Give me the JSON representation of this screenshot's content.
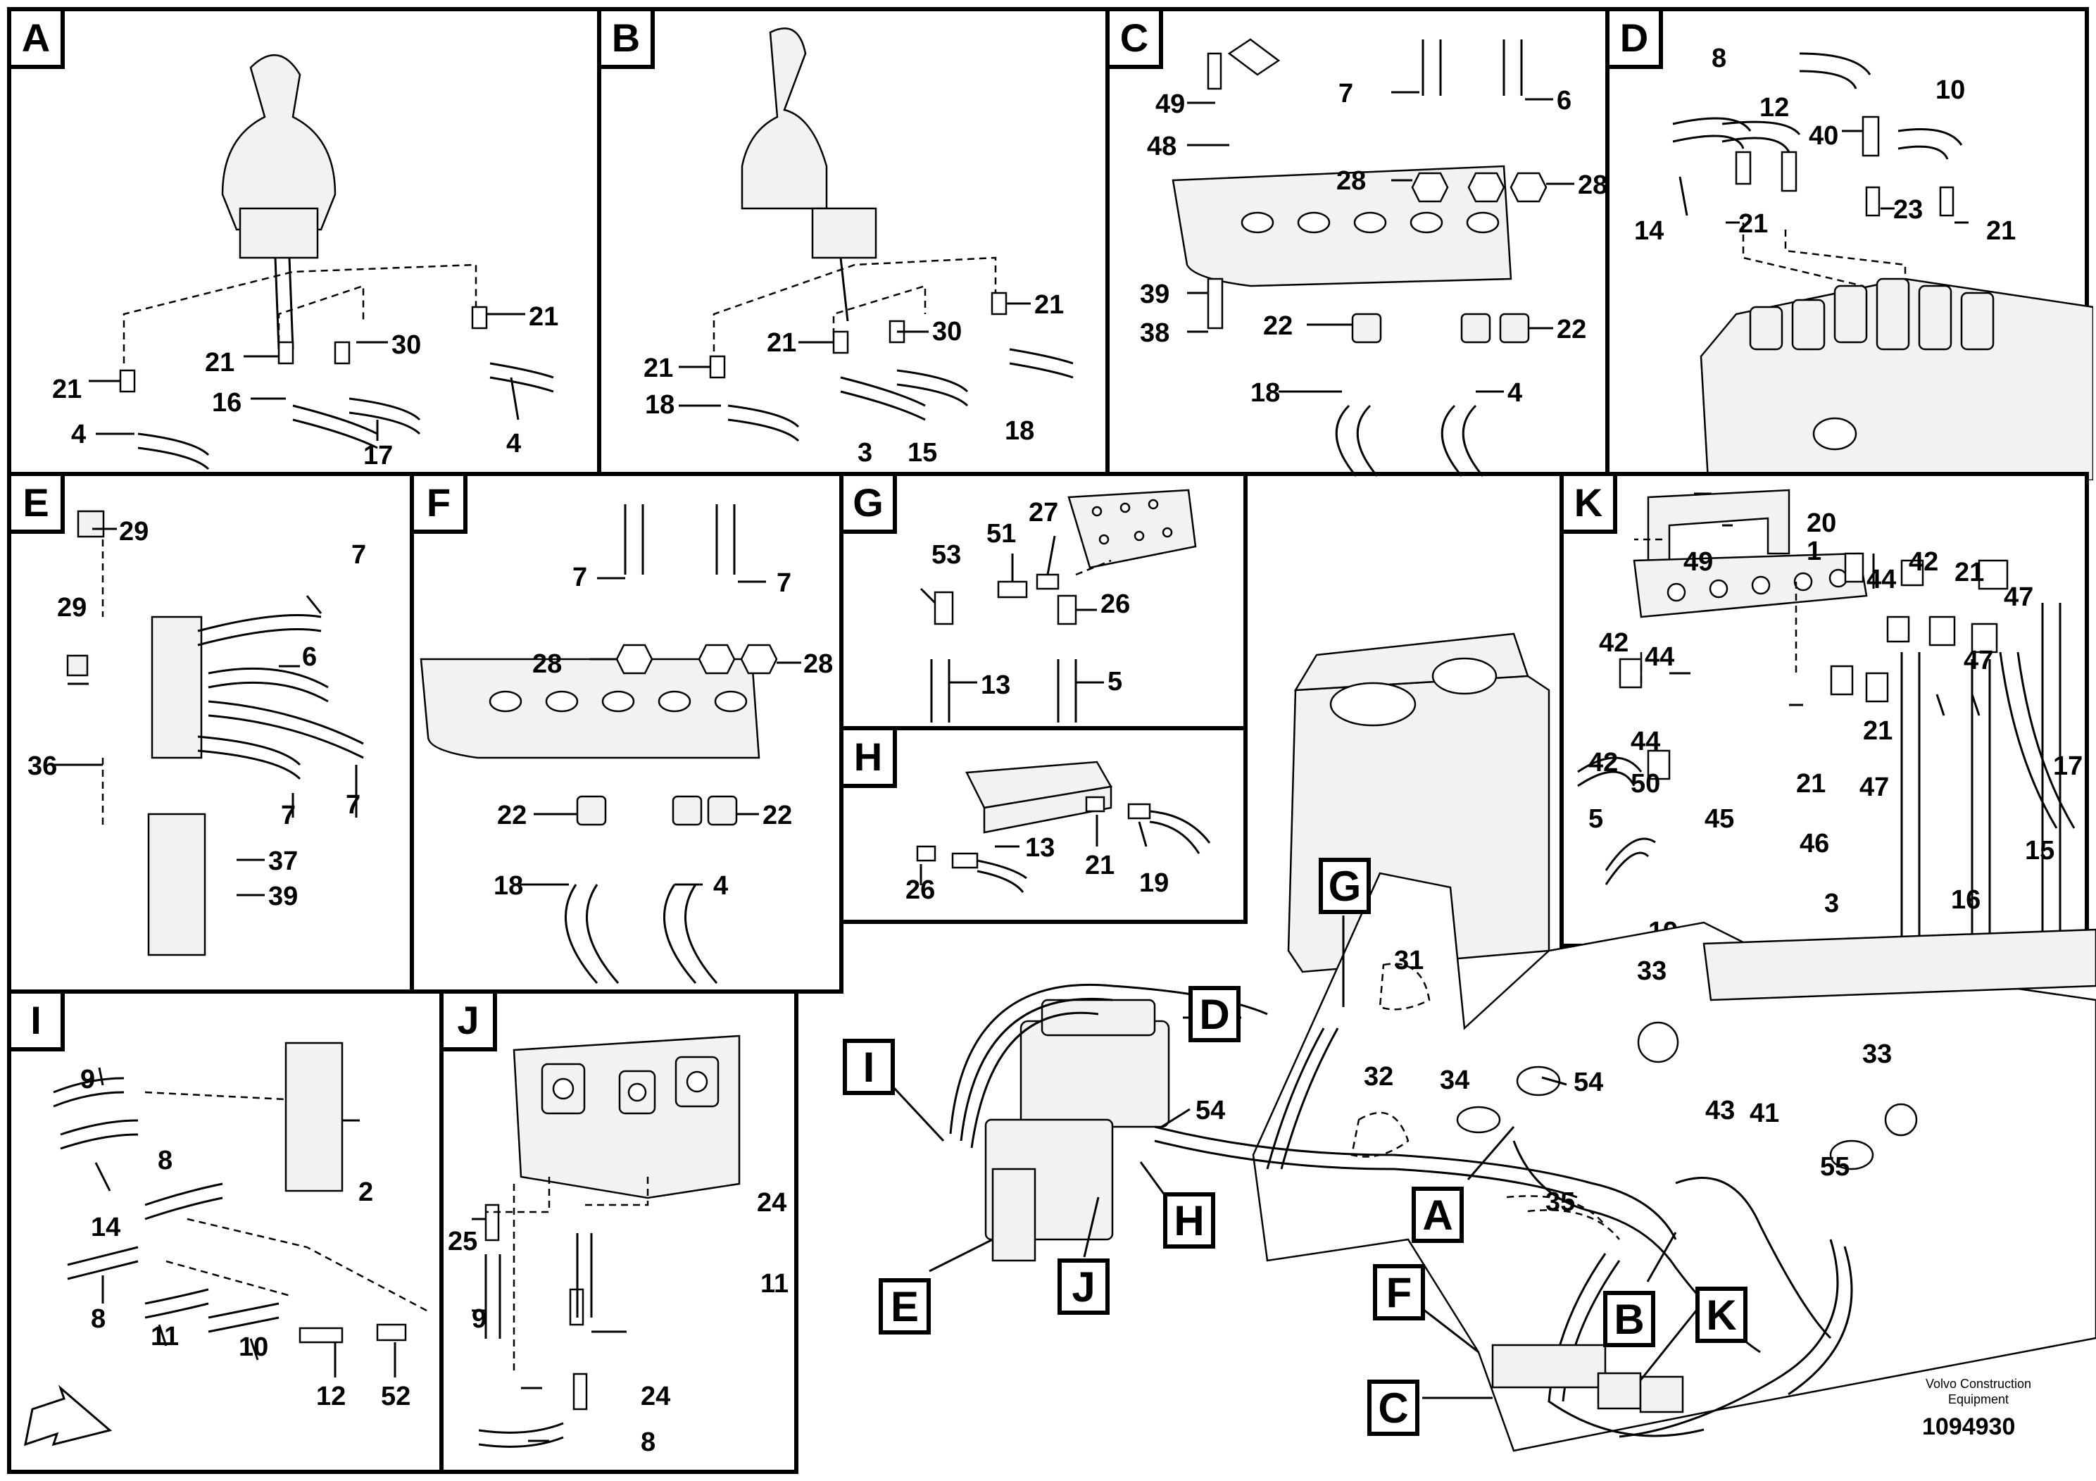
{
  "panels": [
    {
      "id": "A",
      "labels": [
        "21",
        "21",
        "30",
        "21",
        "16",
        "4",
        "17",
        "4"
      ]
    },
    {
      "id": "B",
      "labels": [
        "21",
        "21",
        "30",
        "21",
        "18",
        "3",
        "15",
        "18"
      ]
    },
    {
      "id": "C",
      "labels": [
        "49",
        "7",
        "6",
        "48",
        "28",
        "28",
        "39",
        "38",
        "22",
        "22",
        "18",
        "4"
      ]
    },
    {
      "id": "D",
      "labels": [
        "8",
        "12",
        "40",
        "10",
        "14",
        "21",
        "23",
        "21"
      ]
    },
    {
      "id": "E",
      "labels": [
        "29",
        "7",
        "29",
        "6",
        "36",
        "7",
        "7",
        "37",
        "39"
      ]
    },
    {
      "id": "F",
      "labels": [
        "7",
        "7",
        "28",
        "28",
        "22",
        "22",
        "18",
        "4"
      ]
    },
    {
      "id": "G",
      "labels": [
        "27",
        "53",
        "51",
        "26",
        "13",
        "5"
      ]
    },
    {
      "id": "H",
      "labels": [
        "13",
        "26",
        "21",
        "19"
      ]
    },
    {
      "id": "I",
      "labels": [
        "9",
        "8",
        "14",
        "2",
        "8",
        "11",
        "10",
        "12",
        "52"
      ]
    },
    {
      "id": "J",
      "labels": [
        "24",
        "25",
        "11",
        "9",
        "24",
        "8"
      ]
    },
    {
      "id": "K",
      "labels": [
        "20",
        "49",
        "1",
        "42",
        "44",
        "21",
        "47",
        "42",
        "44",
        "47",
        "44",
        "42",
        "21",
        "47",
        "50",
        "21",
        "17",
        "45",
        "5",
        "46",
        "15",
        "19",
        "3",
        "16"
      ]
    }
  ],
  "overview": {
    "callouts": [
      "D",
      "I",
      "G",
      "A",
      "F",
      "B",
      "K",
      "C",
      "H",
      "J",
      "E"
    ],
    "numbers": [
      "31",
      "33",
      "33",
      "54",
      "32",
      "34",
      "54",
      "43",
      "41",
      "55",
      "35"
    ]
  },
  "footer": {
    "brand_line1": "Volvo Construction",
    "brand_line2": "Equipment",
    "doc_number": "1094930"
  }
}
